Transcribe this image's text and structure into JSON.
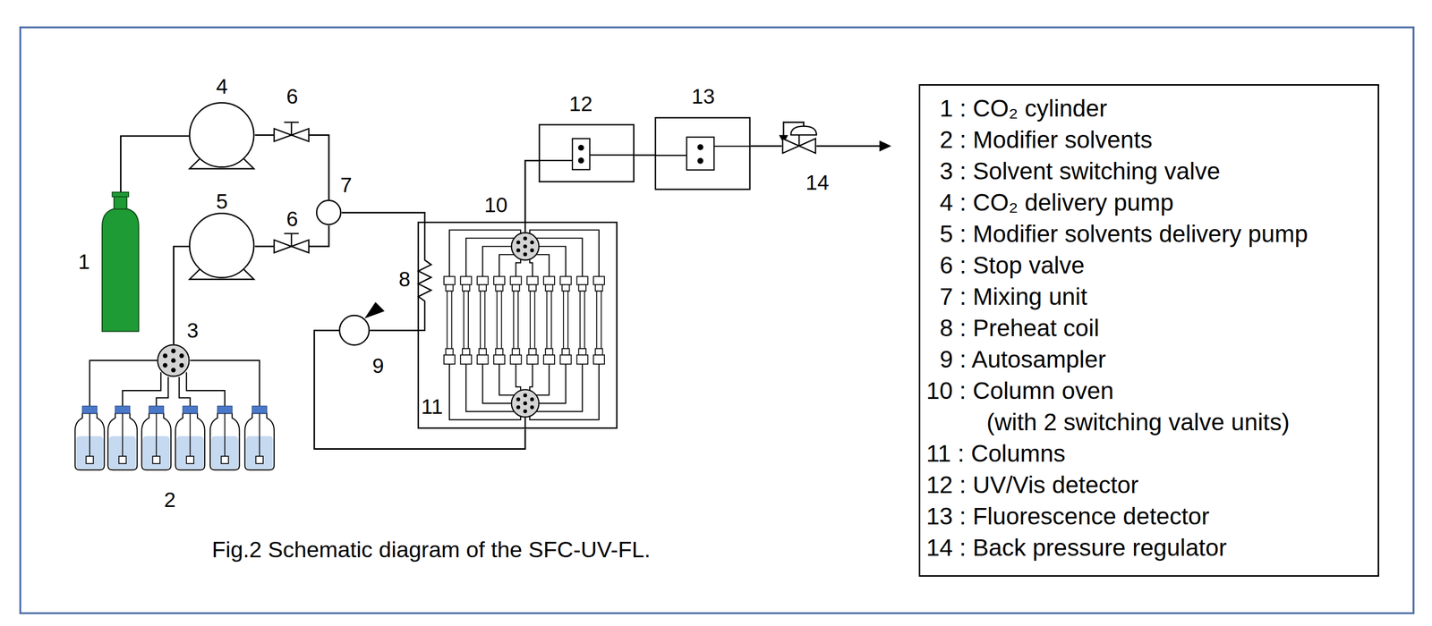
{
  "diagram": {
    "caption": "Fig.2 Schematic diagram of the SFC-UV-FL.",
    "nodes": [
      {
        "text": [
          "1"
        ]
      },
      {
        "text": [
          "3"
        ]
      },
      {
        "text": [
          "4"
        ]
      },
      {
        "text": [
          "5"
        ]
      },
      {
        "text": [
          "7"
        ]
      },
      {
        "text": [
          "9"
        ]
      },
      {
        "text": [
          "10"
        ]
      },
      {
        "text": [
          "12"
        ]
      },
      {
        "text": [
          "13"
        ]
      },
      {
        "text": [
          "14"
        ]
      },
      {
        "text": [
          "1 : CO₂ cylinder",
          "2 : Modifier solvents",
          "3 : Solvent switching valve",
          "4 : CO₂ delivery pump",
          "5 : Modifier solvents delivery pump",
          "6 : Stop valve",
          "7 : Mixing unit",
          "8 : Preheat coil",
          "9 : Autosampler",
          "10 : Column oven (with 2 switching valve units)",
          "11 : Columns",
          "12 : UV/Vis detector",
          "13 : Fluorescence detector",
          "14 : Back pressure regulator"
        ]
      }
    ],
    "edges": [
      {
        "from": 0,
        "to": 2,
        "arrow": "none"
      },
      {
        "from": 1,
        "to": 3,
        "arrow": "none"
      },
      {
        "from": 2,
        "to": 4,
        "arrow": "none"
      },
      {
        "from": 3,
        "to": 4,
        "arrow": "none"
      },
      {
        "from": 4,
        "to": 6,
        "arrow": "none"
      },
      {
        "from": 6,
        "to": 5,
        "arrow": "none"
      },
      {
        "from": 5,
        "to": 6,
        "arrow": "none"
      },
      {
        "from": 6,
        "to": 7,
        "arrow": "none"
      },
      {
        "from": 7,
        "to": 8,
        "arrow": "none"
      },
      {
        "from": 8,
        "to": 9,
        "arrow": "none"
      }
    ],
    "labels": [
      "2",
      "6",
      "6",
      "8",
      "11"
    ]
  }
}
